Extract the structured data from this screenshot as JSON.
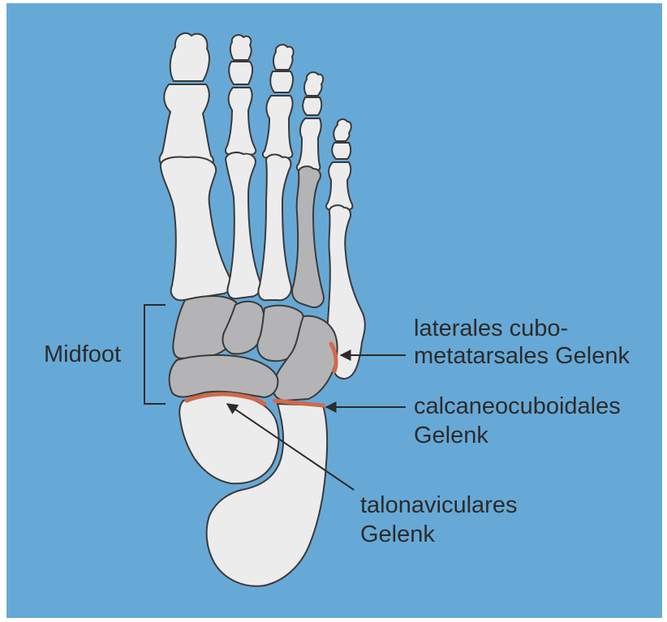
{
  "colors": {
    "background": "#67a9d6",
    "bone": "#ececec",
    "midfoot_bone": "#b4b4b6",
    "joint": "#d06a4c",
    "outline": "#3a3a3a",
    "text": "#2b2b2b"
  },
  "labels": {
    "midfoot": "Midfoot",
    "lateral_cubo_line1": "laterales cubo-",
    "lateral_cubo_line2": "metatarsales Gelenk",
    "calcaneocuboid_line1": "calcaneocuboidales",
    "calcaneocuboid_line2": "Gelenk",
    "talonavicular_line1": "talonaviculares",
    "talonavicular_line2": "Gelenk"
  }
}
